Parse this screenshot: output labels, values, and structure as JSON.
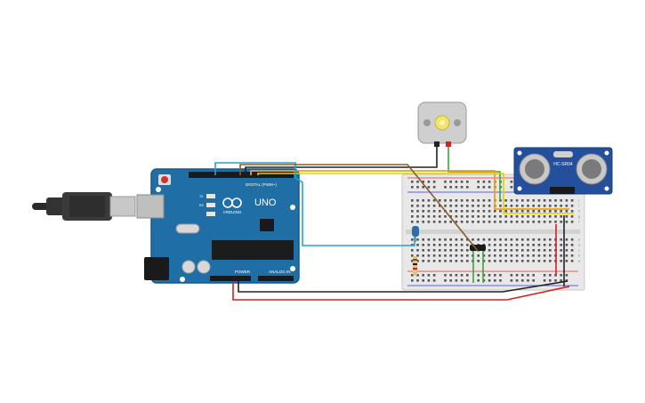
{
  "arduino": {
    "model_label": "UNO",
    "brand_label": "ARDUINO",
    "digital_label": "DIGITAL (PWM~)",
    "power_label": "POWER",
    "analog_label": "ANALOG IN",
    "tx_label": "TX",
    "rx_label": "RX"
  },
  "sensor": {
    "model_label": "HC-SR04"
  },
  "breadboard": {
    "row_letters_top": [
      "j",
      "i",
      "h",
      "g",
      "f"
    ],
    "row_letters_bottom": [
      "e",
      "d",
      "c",
      "b",
      "a"
    ]
  },
  "colors": {
    "board_blue": "#1f6fa6",
    "sensor_blue": "#234f9c",
    "wire_black": "#222222",
    "wire_red": "#d42020",
    "wire_green": "#3aa63a",
    "wire_orange": "#f0a010",
    "wire_yellow": "#e8d000",
    "wire_cyan": "#2a9fc8",
    "wire_brown": "#8a5a2a"
  }
}
